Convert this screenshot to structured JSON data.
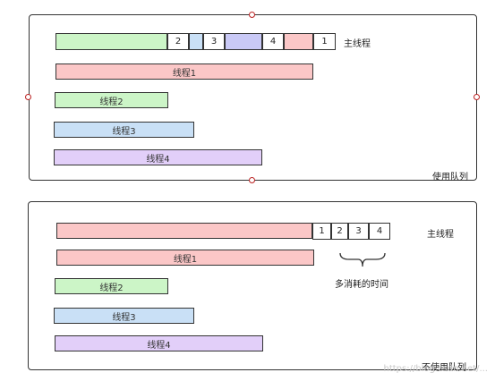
{
  "top": {
    "main_label": "主线程",
    "main_segments": [
      "2",
      "3",
      "4",
      "1"
    ],
    "threads": [
      "线程1",
      "线程2",
      "线程3",
      "线程4"
    ],
    "caption": "使用队列"
  },
  "bottom": {
    "main_label": "主线程",
    "main_segments": [
      "1",
      "2",
      "3",
      "4"
    ],
    "threads": [
      "线程1",
      "线程2",
      "线程3",
      "线程4"
    ],
    "brace_label": "多消耗的时间",
    "caption": "不使用队列"
  },
  "watermark": "https://blog.csdn.net/..."
}
